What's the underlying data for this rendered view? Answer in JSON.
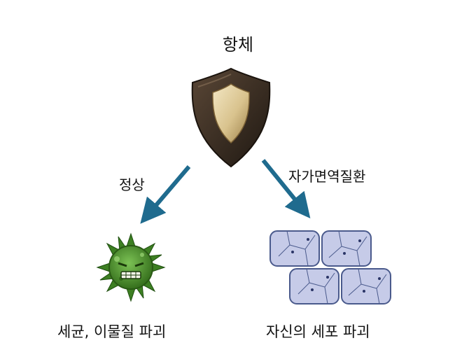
{
  "diagram": {
    "title": "항체",
    "normal_label": "정상",
    "autoimmune_label": "자가면역질환",
    "left_caption": "세균, 이물질 파괴",
    "right_caption": "자신의 세포 파괴",
    "colors": {
      "arrow": "#1f6b8e",
      "shield_dark": "#3a2d22",
      "shield_gold": "#d9c38e",
      "germ": "#4f9a2e",
      "cell_fill": "#c6cbe8",
      "cell_line": "#4a5a8c"
    },
    "icons": [
      "shield-icon",
      "germ-icon",
      "cells-icon",
      "arrow-down-left-icon",
      "arrow-down-right-icon"
    ]
  }
}
